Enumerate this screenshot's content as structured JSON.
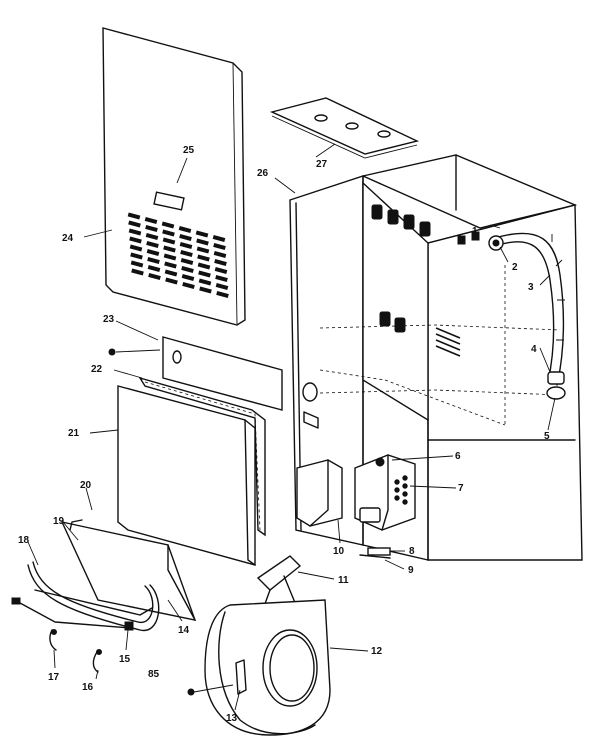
{
  "callouts": [
    {
      "id": "c1",
      "text": "1"
    },
    {
      "id": "c2",
      "text": "2"
    },
    {
      "id": "c3",
      "text": "3"
    },
    {
      "id": "c4",
      "text": "4"
    },
    {
      "id": "c5",
      "text": "5"
    },
    {
      "id": "c6",
      "text": "6"
    },
    {
      "id": "c7",
      "text": "7"
    },
    {
      "id": "c8",
      "text": "8"
    },
    {
      "id": "c9",
      "text": "9"
    },
    {
      "id": "c10",
      "text": "10"
    },
    {
      "id": "c11",
      "text": "11"
    },
    {
      "id": "c12",
      "text": "12"
    },
    {
      "id": "c13",
      "text": "13"
    },
    {
      "id": "c14",
      "text": "14"
    },
    {
      "id": "c15",
      "text": "15"
    },
    {
      "id": "c16",
      "text": "16"
    },
    {
      "id": "c17",
      "text": "17"
    },
    {
      "id": "c18",
      "text": "18"
    },
    {
      "id": "c19",
      "text": "19"
    },
    {
      "id": "c20",
      "text": "20"
    },
    {
      "id": "c21",
      "text": "21"
    },
    {
      "id": "c22",
      "text": "22"
    },
    {
      "id": "c23",
      "text": "23"
    },
    {
      "id": "c24",
      "text": "24"
    },
    {
      "id": "c25",
      "text": "25"
    },
    {
      "id": "c26",
      "text": "26"
    },
    {
      "id": "c27",
      "text": "27"
    },
    {
      "id": "c85",
      "text": "85"
    }
  ]
}
